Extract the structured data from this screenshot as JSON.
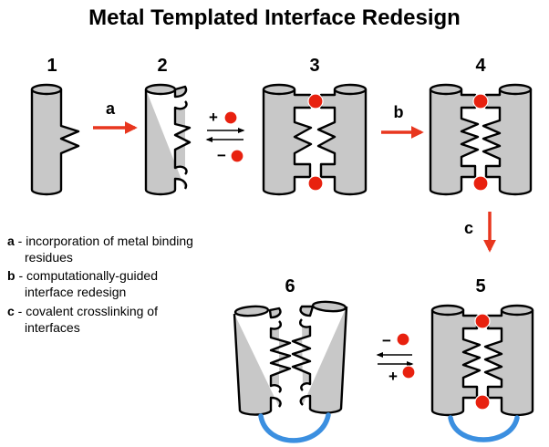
{
  "title": "Metal Templated Interface Redesign",
  "steps": [
    "1",
    "2",
    "3",
    "4",
    "5",
    "6"
  ],
  "arrows": {
    "a": "a",
    "b": "b",
    "c": "c",
    "plus": "+",
    "minus": "−"
  },
  "legend": [
    {
      "key": "a",
      "sep": " - ",
      "lines": [
        "incorporation of metal binding",
        "residues"
      ]
    },
    {
      "key": "b",
      "sep": " - ",
      "lines": [
        "computationally-guided",
        "interface redesign"
      ]
    },
    {
      "key": "c",
      "sep": " - ",
      "lines": [
        "covalent crosslinking of",
        "interfaces"
      ]
    }
  ],
  "colors": {
    "metal": "#e8210f",
    "arrow": "#e8361e",
    "crosslink": "#3b8fe0",
    "helix": "#c8c8c8"
  },
  "icons": [
    "metal-ion-icon",
    "reaction-arrow-icon",
    "crosslink-icon"
  ]
}
